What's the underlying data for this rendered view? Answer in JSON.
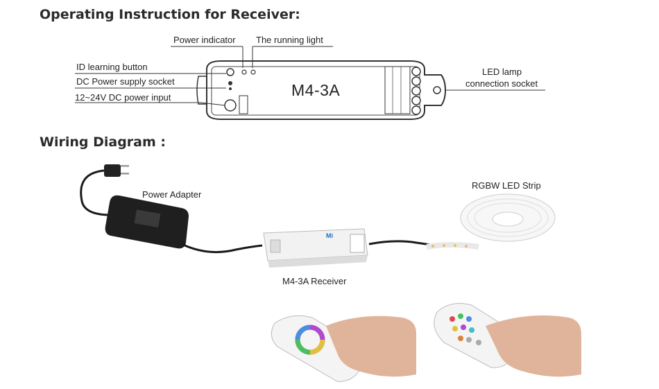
{
  "section1": {
    "title": "Operating Instruction for Receiver:",
    "device_model": "M4-3A",
    "callouts": {
      "power_indicator": "Power indicator",
      "running_light": "The running light",
      "id_button": "ID learning button",
      "dc_socket": "DC Power supply socket",
      "dc_input": "12~24V DC power input",
      "led_socket_line1": "LED lamp",
      "led_socket_line2": "connection socket"
    }
  },
  "section2": {
    "title": "Wiring Diagram :",
    "labels": {
      "adapter": "Power Adapter",
      "strip": "RGBW LED Strip",
      "receiver": "M4-3A Receiver"
    },
    "receiver_badge": "Mi"
  },
  "colors": {
    "line": "#333333",
    "accent": "#1e6fc0"
  },
  "icons": [
    "power-plug-icon",
    "power-adapter-icon",
    "receiver-icon",
    "led-strip-reel-icon",
    "color-wheel-remote-icon",
    "button-remote-icon"
  ]
}
